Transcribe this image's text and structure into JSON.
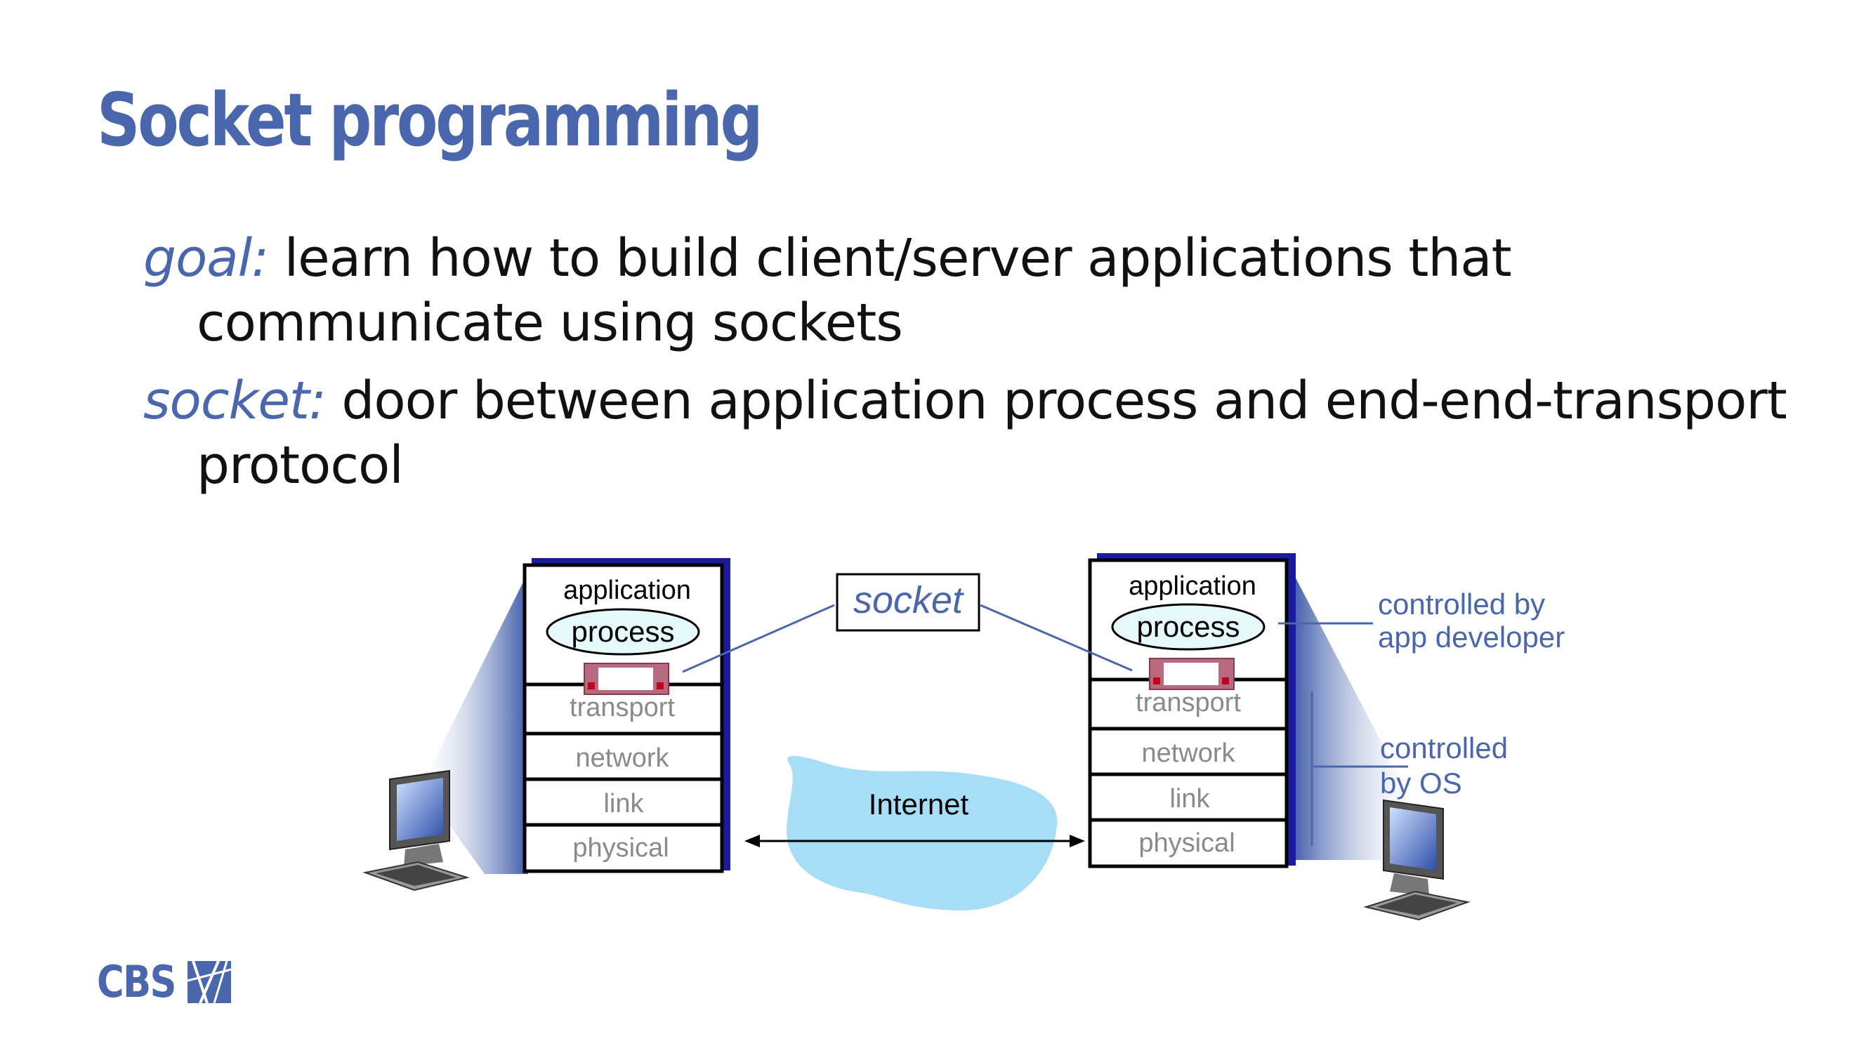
{
  "slide": {
    "title": "Socket programming",
    "bullets": [
      {
        "keyword": "goal:",
        "text_line1": " learn how to build client/server applications that",
        "text_line2": "communicate using sockets"
      },
      {
        "keyword": "socket:",
        "text_line1": " door between application process and end-end-transport",
        "text_line2": "protocol"
      }
    ]
  },
  "diagram": {
    "left_host": {
      "layers": [
        "application",
        "transport",
        "network",
        "link",
        "physical"
      ],
      "process_label": "process"
    },
    "right_host": {
      "layers": [
        "application",
        "transport",
        "network",
        "link",
        "physical"
      ],
      "process_label": "process"
    },
    "socket_label": "socket",
    "internet_label": "Internet",
    "controlled_app": "controlled by\napp developer",
    "controlled_app_line1": "controlled by",
    "controlled_app_line2": "app developer",
    "controlled_os_line1": "controlled",
    "controlled_os_line2": "by OS",
    "icons": [
      "computer-icon",
      "computer-icon"
    ]
  },
  "footer": {
    "logo_text": "CBS"
  },
  "colors": {
    "accent": "#4a66ac",
    "stack_shadow": "#1a1aa0",
    "cloud": "#a8def5",
    "process_fill": "#e6fafc",
    "socket_door": "#b86b7f"
  }
}
